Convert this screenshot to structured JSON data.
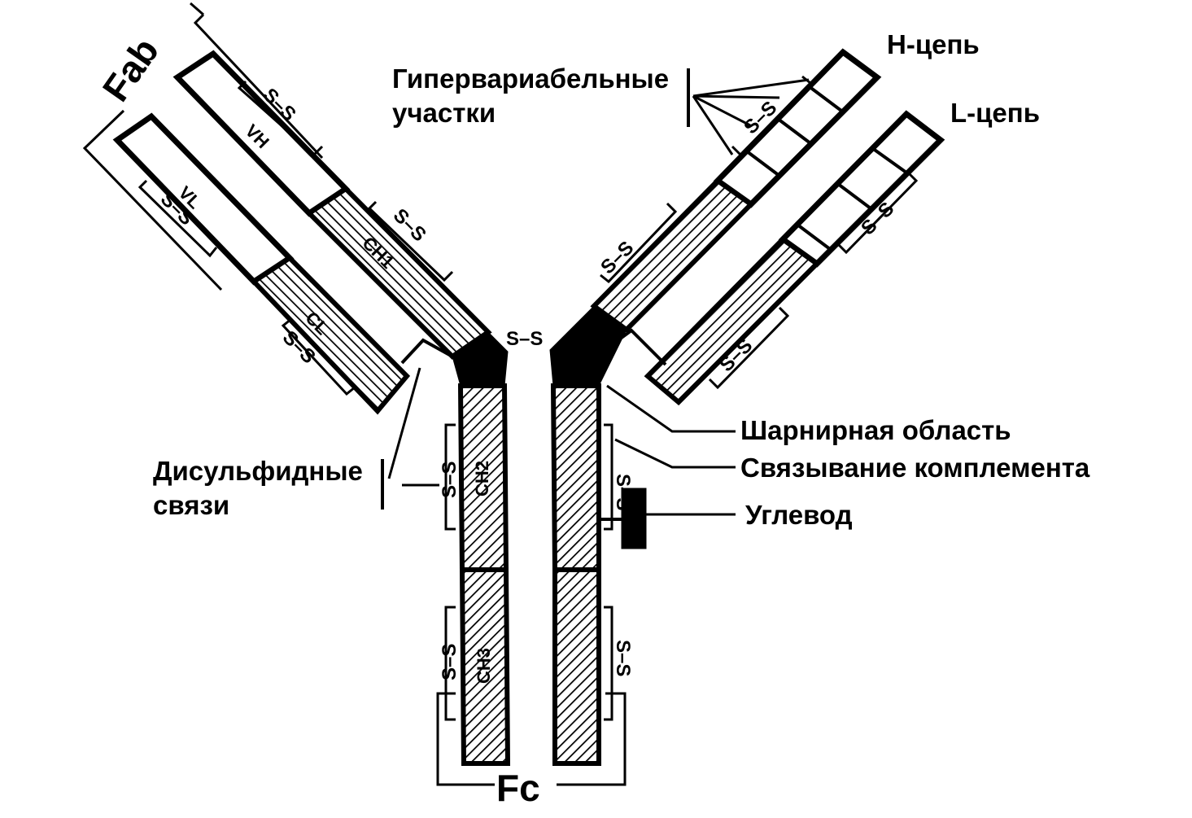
{
  "labels": {
    "h_chain": "H-цепь",
    "l_chain": "L-цепь",
    "hypervariable_line1": "Гипервариабельные",
    "hypervariable_line2": "участки",
    "hinge_region": "Шарнирная область",
    "complement_binding": "Связывание комплемента",
    "carbohydrate": "Углевод",
    "disulfide_line1": "Дисульфидные",
    "disulfide_line2": "связи",
    "fab": "Fab",
    "fc": "Fc",
    "vh": "VH",
    "vl": "VL",
    "ch1": "CH1",
    "cl": "CL",
    "ch2": "CH2",
    "ch3": "CH3",
    "ss": "S–S"
  },
  "colors": {
    "ink": "#000000",
    "paper": "#ffffff"
  }
}
